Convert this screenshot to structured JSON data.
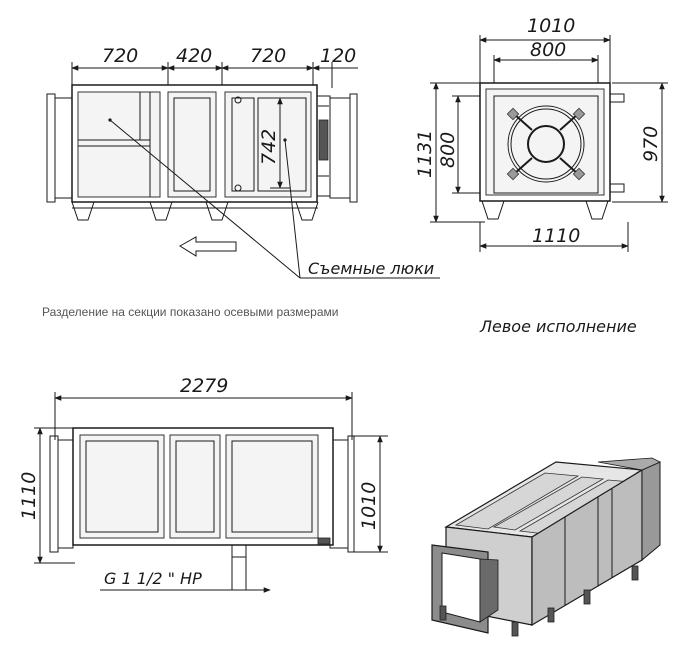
{
  "front_view": {
    "dims_top": [
      "720",
      "420",
      "720",
      "120"
    ],
    "dim_hatch_height": "742",
    "callout": "Съемные люки"
  },
  "side_view": {
    "dim_top_outer": "1010",
    "dim_top_inner": "800",
    "dim_left_outer": "1131",
    "dim_left_inner": "800",
    "dim_right": "970",
    "dim_bottom": "1110"
  },
  "note_sections": "Разделение на секции показано осевыми размерами",
  "variant_label": "Левое исполнение",
  "top_view": {
    "dim_length": "2279",
    "dim_left": "1110",
    "dim_right": "1010",
    "pipe_label": "G 1 1/2 \" НР"
  }
}
